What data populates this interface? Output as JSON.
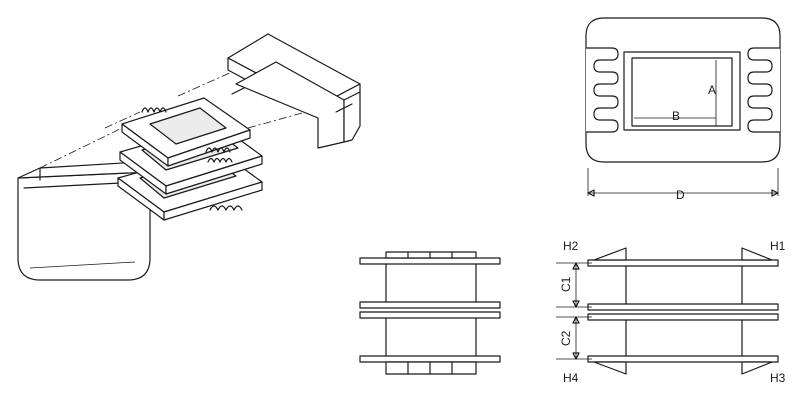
{
  "labels": {
    "A": "A",
    "B": "B",
    "D": "D",
    "H1": "H1",
    "H2": "H2",
    "H3": "H3",
    "H4": "H4",
    "C1": "C1",
    "C2": "C2"
  }
}
